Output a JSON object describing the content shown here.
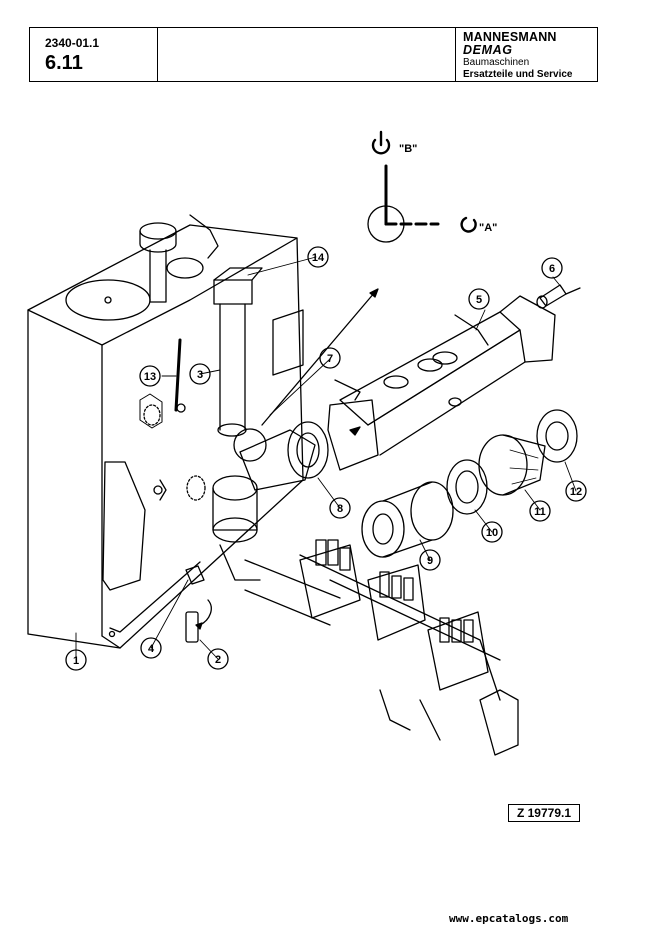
{
  "header": {
    "doc_number": "2340-01.1",
    "section": "6.11",
    "brand_line1": "MANNESMANN",
    "brand_line2": "DEMAG",
    "brand_line3": "Baumaschinen",
    "brand_line4": "Ersatzteile und Service"
  },
  "drawing": {
    "valve_position_b": "\"B\"",
    "valve_position_a": "\"A\"",
    "callouts": [
      "1",
      "2",
      "3",
      "4",
      "5",
      "6",
      "7",
      "8",
      "9",
      "10",
      "11",
      "12",
      "13",
      "14"
    ]
  },
  "drawing_ref": "Z 19779.1",
  "footer": {
    "watermark": "www.epcatalogs.com"
  }
}
